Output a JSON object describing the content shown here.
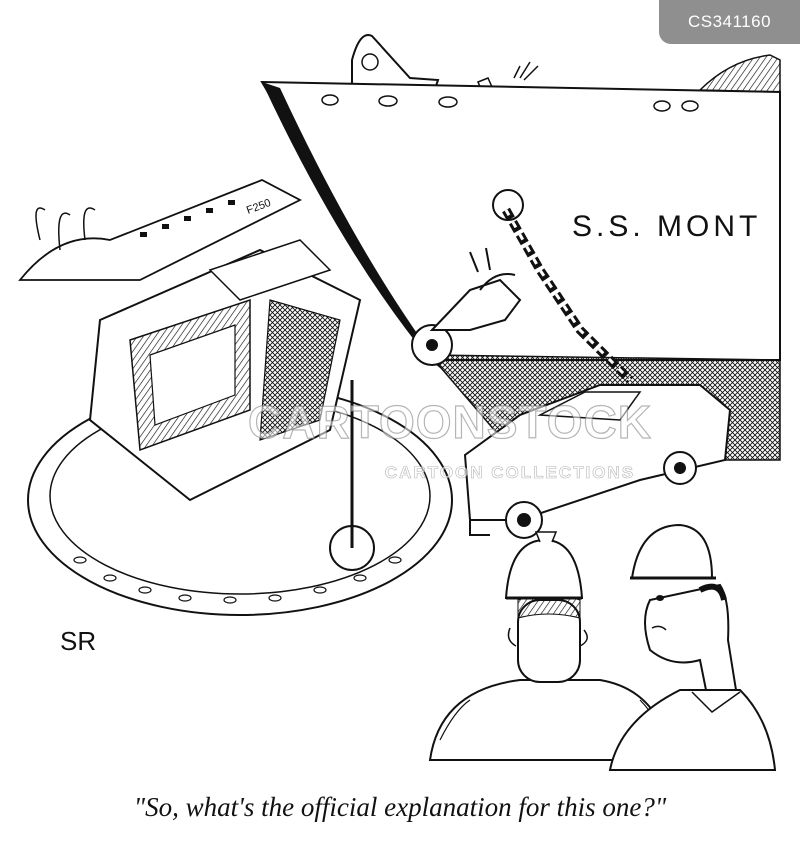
{
  "stock_id": "CS341160",
  "ship_name": "S.S. MONT",
  "plane_tail_code": "F250",
  "artist_signature": "SR",
  "watermark": {
    "main": "CARTOONSTOCK",
    "sub": "CARTOON COLLECTIONS"
  },
  "caption": "\"So, what's the official explanation for this one?\"",
  "colors": {
    "ink": "#111111",
    "paper": "#ffffff",
    "badge": "#8f8f8f"
  }
}
